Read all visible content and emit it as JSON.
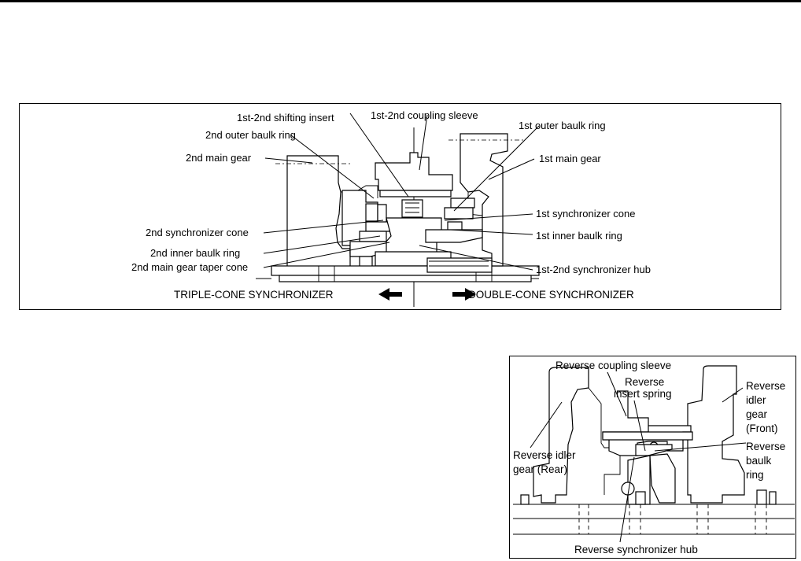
{
  "top_diagram": {
    "labels": {
      "shifting_insert": "1st-2nd shifting insert",
      "coupling_sleeve": "1st-2nd coupling sleeve",
      "outer_baulk_2nd": "2nd outer baulk ring",
      "outer_baulk_1st": "1st outer baulk ring",
      "main_gear_2nd": "2nd main gear",
      "main_gear_1st": "1st main gear",
      "sync_cone_1st": "1st synchronizer cone",
      "sync_cone_2nd": "2nd synchronizer cone",
      "inner_baulk_1st": "1st inner baulk ring",
      "inner_baulk_2nd": "2nd inner baulk ring",
      "taper_cone_2nd": "2nd main gear taper cone",
      "sync_hub": "1st-2nd synchronizer hub",
      "triple_cone": "TRIPLE-CONE SYNCHRONIZER",
      "double_cone": "DOUBLE-CONE SYNCHRONIZER"
    }
  },
  "bottom_diagram": {
    "labels": {
      "coupling_sleeve": "Reverse coupling sleeve",
      "insert_spring_1": "Reverse",
      "insert_spring_2": "insert spring",
      "idler_front_1": "Reverse",
      "idler_front_2": "idler",
      "idler_front_3": "gear",
      "idler_front_4": "(Front)",
      "idler_rear_1": "Reverse idler",
      "idler_rear_2": "gear (Rear)",
      "baulk_1": "Reverse",
      "baulk_2": "baulk",
      "baulk_3": "ring",
      "sync_hub": "Reverse synchronizer hub"
    }
  }
}
